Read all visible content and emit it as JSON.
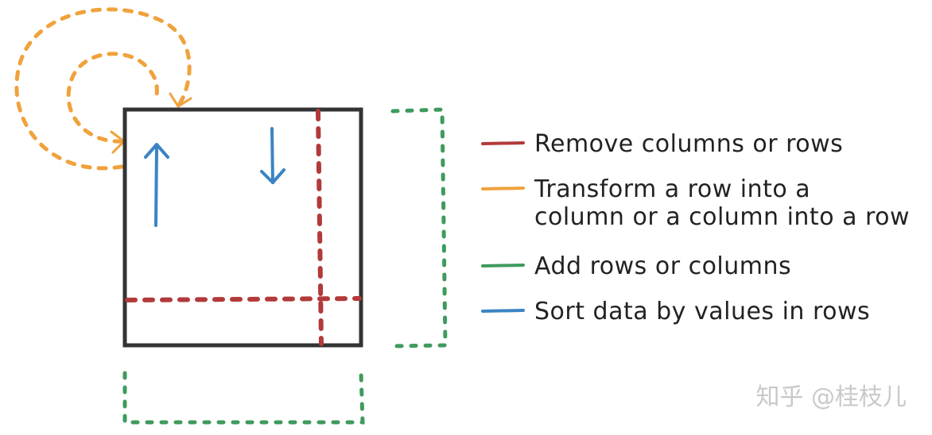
{
  "legend": [
    {
      "lines": [
        "Remove columns or rows"
      ],
      "color": "#b23a3a"
    },
    {
      "lines": [
        "Transform a row into a",
        "column or a column into a row"
      ],
      "color": "#f0a23c"
    },
    {
      "lines": [
        "Add rows or columns"
      ],
      "color": "#3e9b5c"
    },
    {
      "lines": [
        "Sort data by values in rows"
      ],
      "color": "#3b84c4"
    }
  ],
  "watermark": "知乎 @桂枝儿",
  "colors": {
    "table_border": "#333333",
    "remove": "#b23a3a",
    "transform": "#f0a23c",
    "add": "#3e9b5c",
    "sort": "#3b84c4",
    "watermark": "#c9c9c9"
  }
}
